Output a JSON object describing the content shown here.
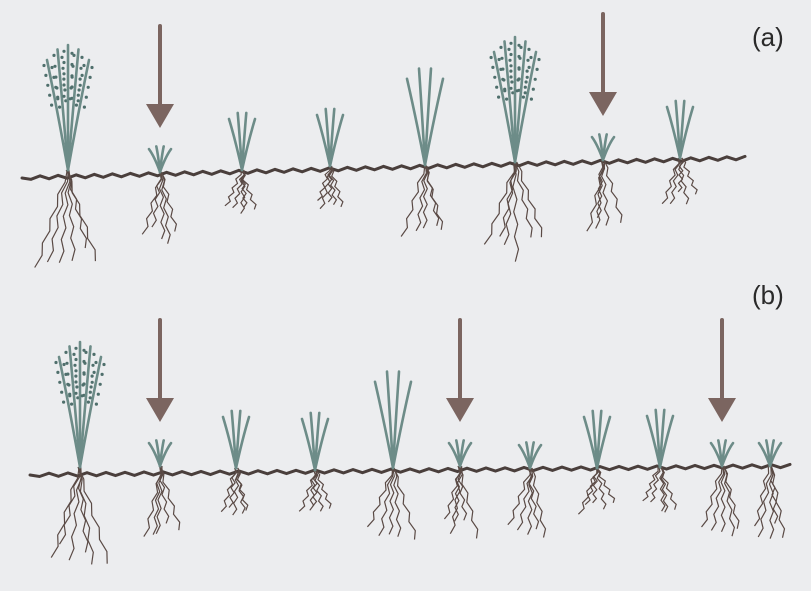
{
  "panels": [
    {
      "label": "(a)",
      "plants": [
        {
          "size": "large",
          "flowering": true,
          "arrow": false
        },
        {
          "size": "tiny",
          "flowering": false,
          "arrow": true
        },
        {
          "size": "small",
          "flowering": false,
          "arrow": false
        },
        {
          "size": "small",
          "flowering": false,
          "arrow": false
        },
        {
          "size": "medium",
          "flowering": false,
          "arrow": false
        },
        {
          "size": "large",
          "flowering": true,
          "arrow": false
        },
        {
          "size": "tiny",
          "flowering": false,
          "arrow": true
        },
        {
          "size": "small",
          "flowering": false,
          "arrow": false
        }
      ]
    },
    {
      "label": "(b)",
      "plants": [
        {
          "size": "large",
          "flowering": true,
          "arrow": false
        },
        {
          "size": "tiny",
          "flowering": false,
          "arrow": true
        },
        {
          "size": "small",
          "flowering": false,
          "arrow": false
        },
        {
          "size": "small",
          "flowering": false,
          "arrow": false
        },
        {
          "size": "medium",
          "flowering": false,
          "arrow": false
        },
        {
          "size": "tiny",
          "flowering": false,
          "arrow": true
        },
        {
          "size": "tiny",
          "flowering": false,
          "arrow": false
        },
        {
          "size": "small",
          "flowering": false,
          "arrow": false
        },
        {
          "size": "small",
          "flowering": false,
          "arrow": false
        },
        {
          "size": "tiny",
          "flowering": false,
          "arrow": true
        },
        {
          "size": "tiny",
          "flowering": false,
          "arrow": false
        }
      ]
    }
  ],
  "colors": {
    "background": "#ecedef",
    "stem": "#6d8c88",
    "root": "#5a4a45",
    "ground": "#4a3f3c",
    "arrow": "#7b6560",
    "flower": "#4f6f6c"
  }
}
